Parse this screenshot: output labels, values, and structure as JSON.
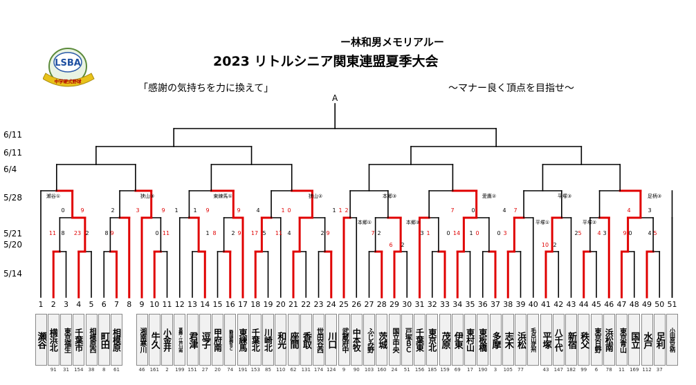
{
  "header": {
    "subtitle": "ー林和男メモリアルー",
    "title": "2023 リトルシニア関東連盟夏季大会",
    "motto_left": "「感謝の気持ちを力に換えて」",
    "motto_right": "～マナー良く頂点を目指せ～",
    "logo_text": "LSBA",
    "logo_ribbon": "中学硬式野球"
  },
  "colors": {
    "win": "#e00000",
    "line": "#000000"
  },
  "final_label": "A",
  "dates": [
    "6/11",
    "6/11",
    "6/4",
    "5/28",
    "5/21",
    "5/20",
    "5/14"
  ],
  "venues": [
    {
      "label": "瀬谷①"
    },
    {
      "label": "狭山③"
    },
    {
      "label": "東練馬①"
    },
    {
      "label": "狭山②"
    },
    {
      "label": "本郷③"
    },
    {
      "label": "愛鷹②"
    },
    {
      "label": "平塚③"
    },
    {
      "label": "足柄③"
    },
    {
      "label": "本郷①"
    },
    {
      "label": "本郷②"
    },
    {
      "label": "平塚①"
    },
    {
      "label": "平塚②"
    }
  ],
  "scores": [
    {
      "v": "0",
      "red": false
    },
    {
      "v": "9",
      "red": true
    },
    {
      "v": "2",
      "red": false
    },
    {
      "v": "3",
      "red": true
    },
    {
      "v": "9",
      "red": true
    },
    {
      "v": "1",
      "red": false
    },
    {
      "v": "1",
      "red": false
    },
    {
      "v": "9",
      "red": true
    },
    {
      "v": "9",
      "red": true
    },
    {
      "v": "4",
      "red": false
    },
    {
      "v": "1",
      "red": true
    },
    {
      "v": "0",
      "red": true
    },
    {
      "v": "1",
      "red": false
    },
    {
      "v": "1",
      "red": true
    },
    {
      "v": "2",
      "red": true
    },
    {
      "v": "7",
      "red": true
    },
    {
      "v": "0",
      "red": false
    },
    {
      "v": "4",
      "red": false
    },
    {
      "v": "7",
      "red": true
    },
    {
      "v": "4",
      "red": true
    },
    {
      "v": "3",
      "red": false
    },
    {
      "v": "11",
      "red": true
    },
    {
      "v": "8",
      "red": false
    },
    {
      "v": "23",
      "red": true
    },
    {
      "v": "2",
      "red": false
    },
    {
      "v": "8",
      "red": false
    },
    {
      "v": "9",
      "red": true
    },
    {
      "v": "0",
      "red": false
    },
    {
      "v": "11",
      "red": true
    },
    {
      "v": "1",
      "red": false
    },
    {
      "v": "8",
      "red": true
    },
    {
      "v": "2",
      "red": false
    },
    {
      "v": "9",
      "red": true
    },
    {
      "v": "17",
      "red": true
    },
    {
      "v": "5",
      "red": false
    },
    {
      "v": "11",
      "red": true
    },
    {
      "v": "4",
      "red": false
    },
    {
      "v": "2",
      "red": false
    },
    {
      "v": "9",
      "red": true
    },
    {
      "v": "7",
      "red": true
    },
    {
      "v": "2",
      "red": false
    },
    {
      "v": "3",
      "red": false
    },
    {
      "v": "1",
      "red": true
    },
    {
      "v": "0",
      "red": false
    },
    {
      "v": "14",
      "red": true
    },
    {
      "v": "1",
      "red": false
    },
    {
      "v": "0",
      "red": true
    },
    {
      "v": "0",
      "red": false
    },
    {
      "v": "3",
      "red": true
    },
    {
      "v": "2",
      "red": false
    },
    {
      "v": "5",
      "red": true
    },
    {
      "v": "4",
      "red": true
    },
    {
      "v": "3",
      "red": false
    },
    {
      "v": "9",
      "red": true
    },
    {
      "v": "0",
      "red": false
    },
    {
      "v": "4",
      "red": false
    },
    {
      "v": "5",
      "red": true
    },
    {
      "v": "6",
      "red": true
    },
    {
      "v": "2",
      "red": false
    },
    {
      "v": "10",
      "red": true
    },
    {
      "v": "2",
      "red": false
    }
  ],
  "teams": [
    {
      "num": "1",
      "name": "瀬谷",
      "id": ""
    },
    {
      "num": "2",
      "name": "横浜北",
      "id": "91"
    },
    {
      "num": "3",
      "name": "東京福生",
      "id": "31"
    },
    {
      "num": "4",
      "name": "千葉市",
      "id": "154"
    },
    {
      "num": "5",
      "name": "相模原西",
      "id": "38"
    },
    {
      "num": "6",
      "name": "町田",
      "id": "8"
    },
    {
      "num": "7",
      "name": "相模原",
      "id": "61"
    },
    {
      "num": "8",
      "name": "",
      "id": ""
    },
    {
      "num": "9",
      "name": "湘南寒川",
      "id": "46"
    },
    {
      "num": "10",
      "name": "牛久",
      "id": "161"
    },
    {
      "num": "11",
      "name": "小金井",
      "id": "2"
    },
    {
      "num": "12",
      "name": "葛飾・江戸川南",
      "id": "199"
    },
    {
      "num": "13",
      "name": "君津",
      "id": "151"
    },
    {
      "num": "14",
      "name": "逗子",
      "id": "27"
    },
    {
      "num": "15",
      "name": "甲府南",
      "id": "20"
    },
    {
      "num": "16",
      "name": "静岡裾野ＢＣ",
      "id": "74"
    },
    {
      "num": "17",
      "name": "東練馬",
      "id": "191"
    },
    {
      "num": "18",
      "name": "千葉北",
      "id": "153"
    },
    {
      "num": "19",
      "name": "川崎北",
      "id": "85"
    },
    {
      "num": "20",
      "name": "和光",
      "id": "110"
    },
    {
      "num": "21",
      "name": "座間",
      "id": "62"
    },
    {
      "num": "22",
      "name": "香取",
      "id": "131"
    },
    {
      "num": "23",
      "name": "世田谷西",
      "id": "174"
    },
    {
      "num": "24",
      "name": "川口",
      "id": "124"
    },
    {
      "num": "25",
      "name": "武蔵府中",
      "id": "9"
    },
    {
      "num": "26",
      "name": "中本牧",
      "id": "90"
    },
    {
      "num": "27",
      "name": "ふじみ野",
      "id": "103"
    },
    {
      "num": "28",
      "name": "茨城",
      "id": "160"
    },
    {
      "num": "29",
      "name": "国立中央",
      "id": "24"
    },
    {
      "num": "30",
      "name": "戸塚ＢＣ",
      "id": "51"
    },
    {
      "num": "31",
      "name": "千葉東",
      "id": "156"
    },
    {
      "num": "32",
      "name": "東京北",
      "id": "185"
    },
    {
      "num": "33",
      "name": "茂原",
      "id": "159"
    },
    {
      "num": "34",
      "name": "伊東",
      "id": "69"
    },
    {
      "num": "35",
      "name": "東村山",
      "id": "17"
    },
    {
      "num": "36",
      "name": "東板橋",
      "id": "190"
    },
    {
      "num": "37",
      "name": "多摩",
      "id": "3"
    },
    {
      "num": "38",
      "name": "志木",
      "id": "105"
    },
    {
      "num": "39",
      "name": "浜松",
      "id": "77"
    },
    {
      "num": "40",
      "name": "毛呂山武州",
      "id": ""
    },
    {
      "num": "41",
      "name": "平塚",
      "id": "43"
    },
    {
      "num": "42",
      "name": "八千代",
      "id": "147"
    },
    {
      "num": "43",
      "name": "新宿",
      "id": "182"
    },
    {
      "num": "44",
      "name": "秩父",
      "id": "99"
    },
    {
      "num": "45",
      "name": "東京日野",
      "id": "6"
    },
    {
      "num": "46",
      "name": "浜松南",
      "id": "78"
    },
    {
      "num": "47",
      "name": "東京青山",
      "id": "11"
    },
    {
      "num": "48",
      "name": "国立",
      "id": "169"
    },
    {
      "num": "49",
      "name": "水戸",
      "id": "112"
    },
    {
      "num": "50",
      "name": "足利",
      "id": "37"
    },
    {
      "num": "51",
      "name": "小田原足柄",
      "id": ""
    }
  ]
}
